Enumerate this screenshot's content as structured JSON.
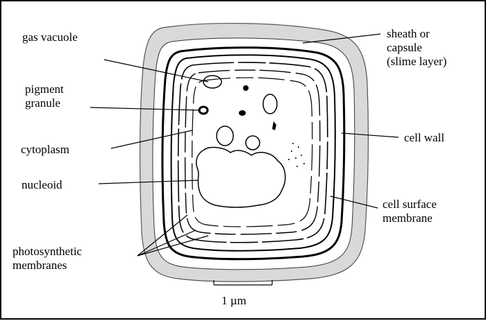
{
  "labels": {
    "gas_vacuole": "gas vacuole",
    "pigment_granule": "pigment\ngranule",
    "cytoplasm": "cytoplasm",
    "nucleoid": "nucleoid",
    "photosynthetic_membranes": "photosynthetic\nmembranes",
    "sheath": "sheath or\ncapsule\n(slime layer)",
    "cell_wall": "cell wall",
    "cell_surface_membrane": "cell surface\nmembrane"
  },
  "scale_bar": {
    "label": "1 µm"
  },
  "colors": {
    "sheath_fill": "#d9d9d9",
    "ink": "#000000"
  }
}
